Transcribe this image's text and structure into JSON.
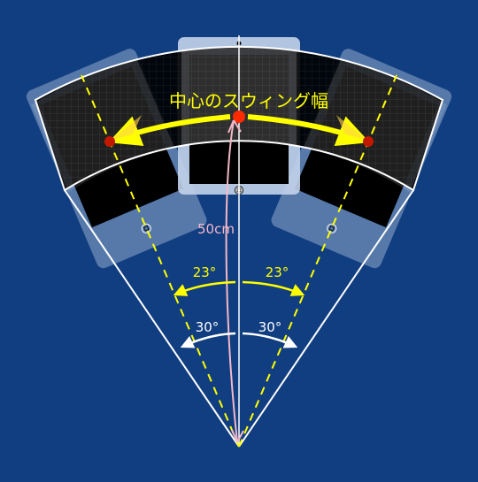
{
  "title": "中心のスウィング幅",
  "radius_label": "50cm",
  "angle_inner": {
    "left": "23°",
    "right": "23°"
  },
  "angle_outer": {
    "left": "30°",
    "right": "30°"
  },
  "colors": {
    "background": "#113e80",
    "device_frame": "#b4c8e6",
    "screen": "#000000",
    "accent_yellow": "#ffff00",
    "center_dot": "#ff2a00",
    "radius_arrow": "#f4b8c8",
    "lines": "#ffffff"
  },
  "icons": [
    "camera-dot-icon",
    "home-button-icon"
  ]
}
